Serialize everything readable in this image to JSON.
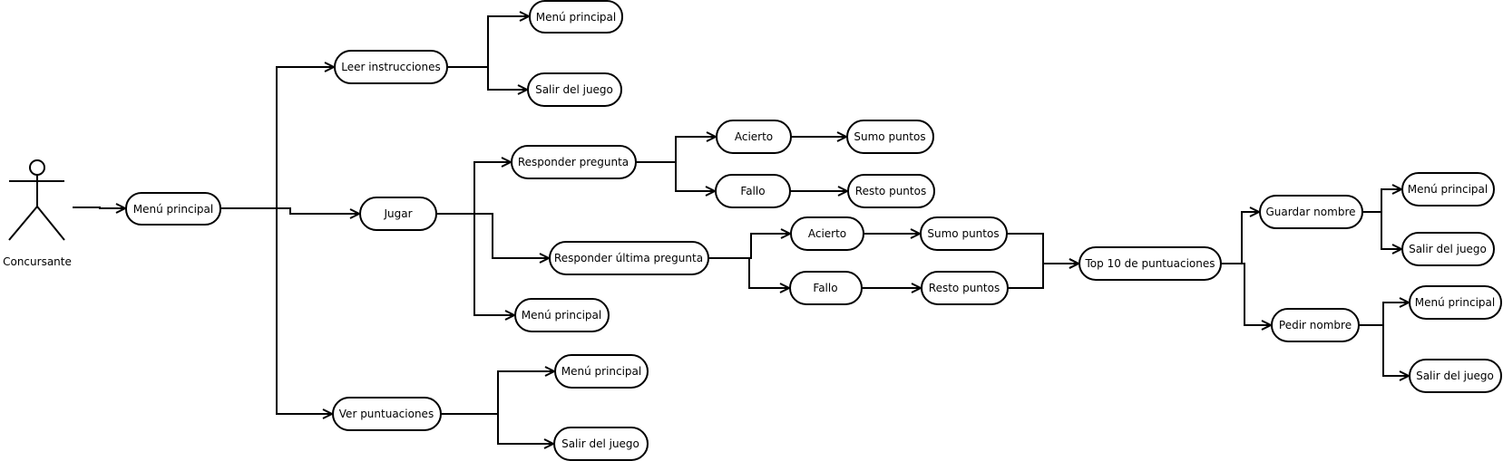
{
  "actor": {
    "name": "Concursante"
  },
  "nodes": {
    "menu_principal_root": "Menú principal",
    "leer_instrucciones": "Leer instrucciones",
    "leer_menu_principal": "Menú principal",
    "leer_salir": "Salir del juego",
    "jugar": "Jugar",
    "responder_pregunta": "Responder pregunta",
    "rp_acierto": "Acierto",
    "rp_sumo": "Sumo puntos",
    "rp_fallo": "Fallo",
    "rp_resto": "Resto puntos",
    "responder_ultima": "Responder última pregunta",
    "ru_acierto": "Acierto",
    "ru_sumo": "Sumo puntos",
    "ru_fallo": "Fallo",
    "ru_resto": "Resto puntos",
    "jugar_menu_principal": "Menú principal",
    "top10": "Top 10 de puntuaciones",
    "guardar_nombre": "Guardar nombre",
    "gn_menu_principal": "Menú principal",
    "gn_salir": "Salir del juego",
    "pedir_nombre": "Pedir nombre",
    "pn_menu_principal": "Menú principal",
    "pn_salir": "Salir del juego",
    "ver_puntuaciones": "Ver puntuaciones",
    "vp_menu_principal": "Menú principal",
    "vp_salir": "Salir del juego"
  }
}
